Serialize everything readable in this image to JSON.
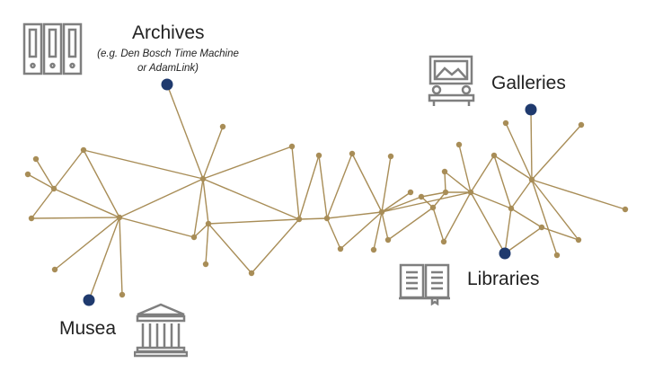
{
  "colors": {
    "edge": "#a88d57",
    "node": "#a88d57",
    "hub": "#1f3a6e",
    "icon": "#7f7f7f"
  },
  "labels": {
    "archives": "Archives",
    "archives_sub_1": "(e.g. Den Bosch Time Machine",
    "archives_sub_2": "or AdamLink)",
    "galleries": "Galleries",
    "libraries": "Libraries",
    "musea": "Musea"
  },
  "icons": {
    "archives": "binders-icon",
    "galleries": "gallery-icon",
    "libraries": "book-icon",
    "musea": "museum-icon"
  }
}
